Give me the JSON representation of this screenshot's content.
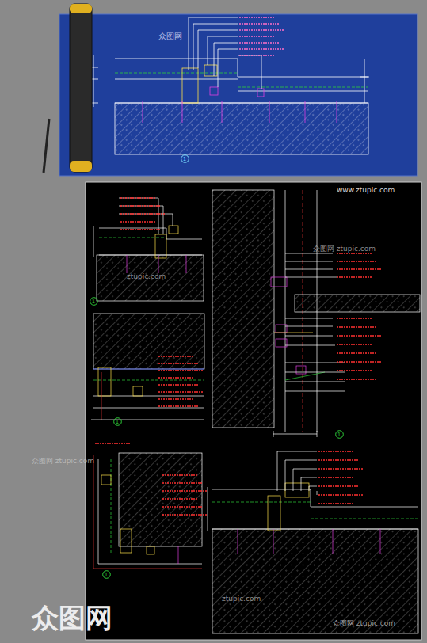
{
  "diagram": {
    "nodes": [
      {
        "text": [
          "1"
        ]
      },
      {
        "text": [
          "1"
        ]
      },
      {
        "text": [
          "1"
        ]
      },
      {
        "text": [
          "1"
        ]
      },
      {
        "text": [
          "1"
        ]
      }
    ],
    "labels": [
      "众图网",
      "www.ztupic.com",
      "众图网 ztupic.com",
      "ztupic.com",
      "ztupic.com",
      "众图网 ztupic.com",
      "众图网",
      "众图网 ztupic.com"
    ]
  }
}
